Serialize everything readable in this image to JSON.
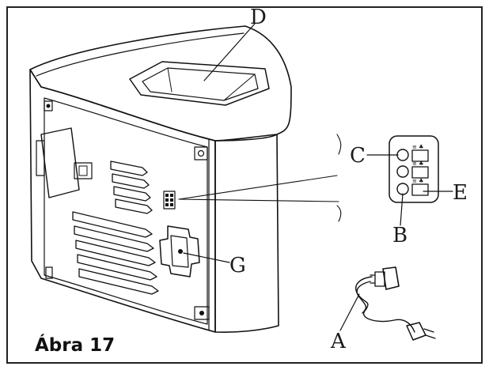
{
  "figure": {
    "caption": "Ábra 17",
    "labels": {
      "A": "A",
      "B": "B",
      "C": "C",
      "D": "D",
      "E": "E",
      "G": "G"
    }
  },
  "colors": {
    "line": "#111111",
    "border": "#222222",
    "background": "#ffffff"
  }
}
